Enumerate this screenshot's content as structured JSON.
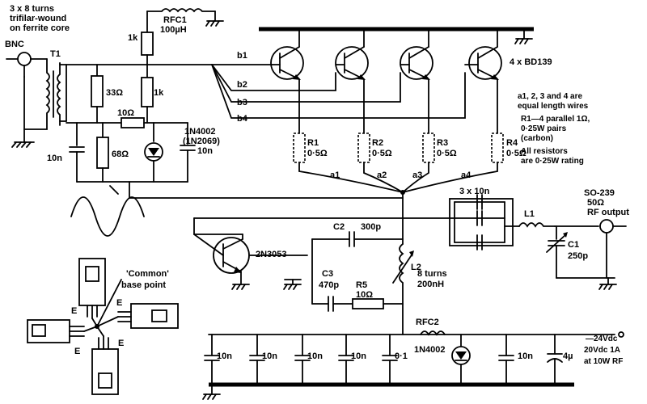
{
  "labels": {
    "bnc": "BNC",
    "transformer_note_1": "3 x 8 turns",
    "transformer_note_2": "trifilar-wound",
    "transformer_note_3": "on ferrite core",
    "t1": "T1",
    "rfc1": "RFC1",
    "rfc1_value": "100µH",
    "r_1k_top": "1k",
    "r_1k_mid": "1k",
    "r_33": "33Ω",
    "r_10": "10Ω",
    "r_68": "68Ω",
    "c_10n_left": "10n",
    "c_10n_diode": "10n",
    "diode_main": "1N4002",
    "diode_alt": "(1N2069)",
    "b1": "b1",
    "b2": "b2",
    "b3": "b3",
    "b4": "b4",
    "transistors": "4 x BD139",
    "wires_note_1": "a1, 2, 3 and 4 are",
    "wires_note_2": "equal length wires",
    "r_note_1": "R1—4 parallel 1Ω,",
    "r_note_2": "0·25W pairs",
    "r_note_3": "(carbon)",
    "r_note_4": "All resistors",
    "r_note_5": "are 0·25W rating",
    "r1": "R1",
    "r1_value": "0·5Ω",
    "r2": "R2",
    "r2_value": "0·5Ω",
    "r3": "R3",
    "r3_value": "0·5Ω",
    "r4": "R4",
    "r4_value": "0·5Ω",
    "a1": "a1",
    "a2": "a2",
    "a3": "a3",
    "a4": "a4",
    "cap_bank": "3 x 10n",
    "so239": "SO-239",
    "ohm50": "50Ω",
    "rf_output": "RF output",
    "l1": "L1",
    "c1": "C1",
    "c1_value": "250p",
    "c2": "C2",
    "c2_value": "300p",
    "q_bias": "2N3053",
    "c3": "C3",
    "c3_value": "470p",
    "r5": "R5",
    "r5_value": "10Ω",
    "l2": "L2",
    "l2_turns": "8 turns",
    "l2_value": "200nH",
    "rfc2": "RFC2",
    "diode_supply": "1N4002",
    "c_10n_1": "10n",
    "c_10n_2": "10n",
    "c_10n_3": "10n",
    "c_10n_4": "10n",
    "c_01": "0·1",
    "c_10n_5": "10n",
    "c_4u": "4µ",
    "supply_1": "—24Vdc",
    "supply_2": "20Vdc 1A",
    "supply_3": "at 10W RF",
    "common_1": "'Common'",
    "common_2": "base point",
    "e1": "E",
    "e2": "E",
    "e3": "E",
    "e4": "E"
  }
}
